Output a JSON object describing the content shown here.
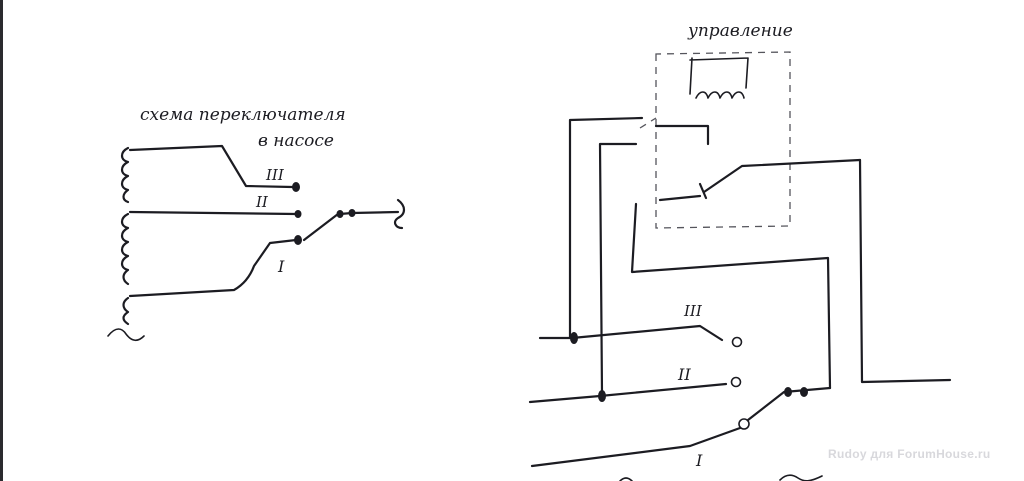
{
  "left_diagram": {
    "title_line1": "схема переключателя",
    "title_line2": "в насосе",
    "labels": [
      "III",
      "II",
      "I"
    ]
  },
  "right_diagram": {
    "control_label": "управление",
    "labels": [
      "III",
      "II",
      "I"
    ]
  },
  "watermark": "Rudoy для ForumHouse.ru",
  "colors": {
    "ink": "#1c1c22",
    "background": "#ffffff",
    "watermark": "#d8d8dc"
  }
}
